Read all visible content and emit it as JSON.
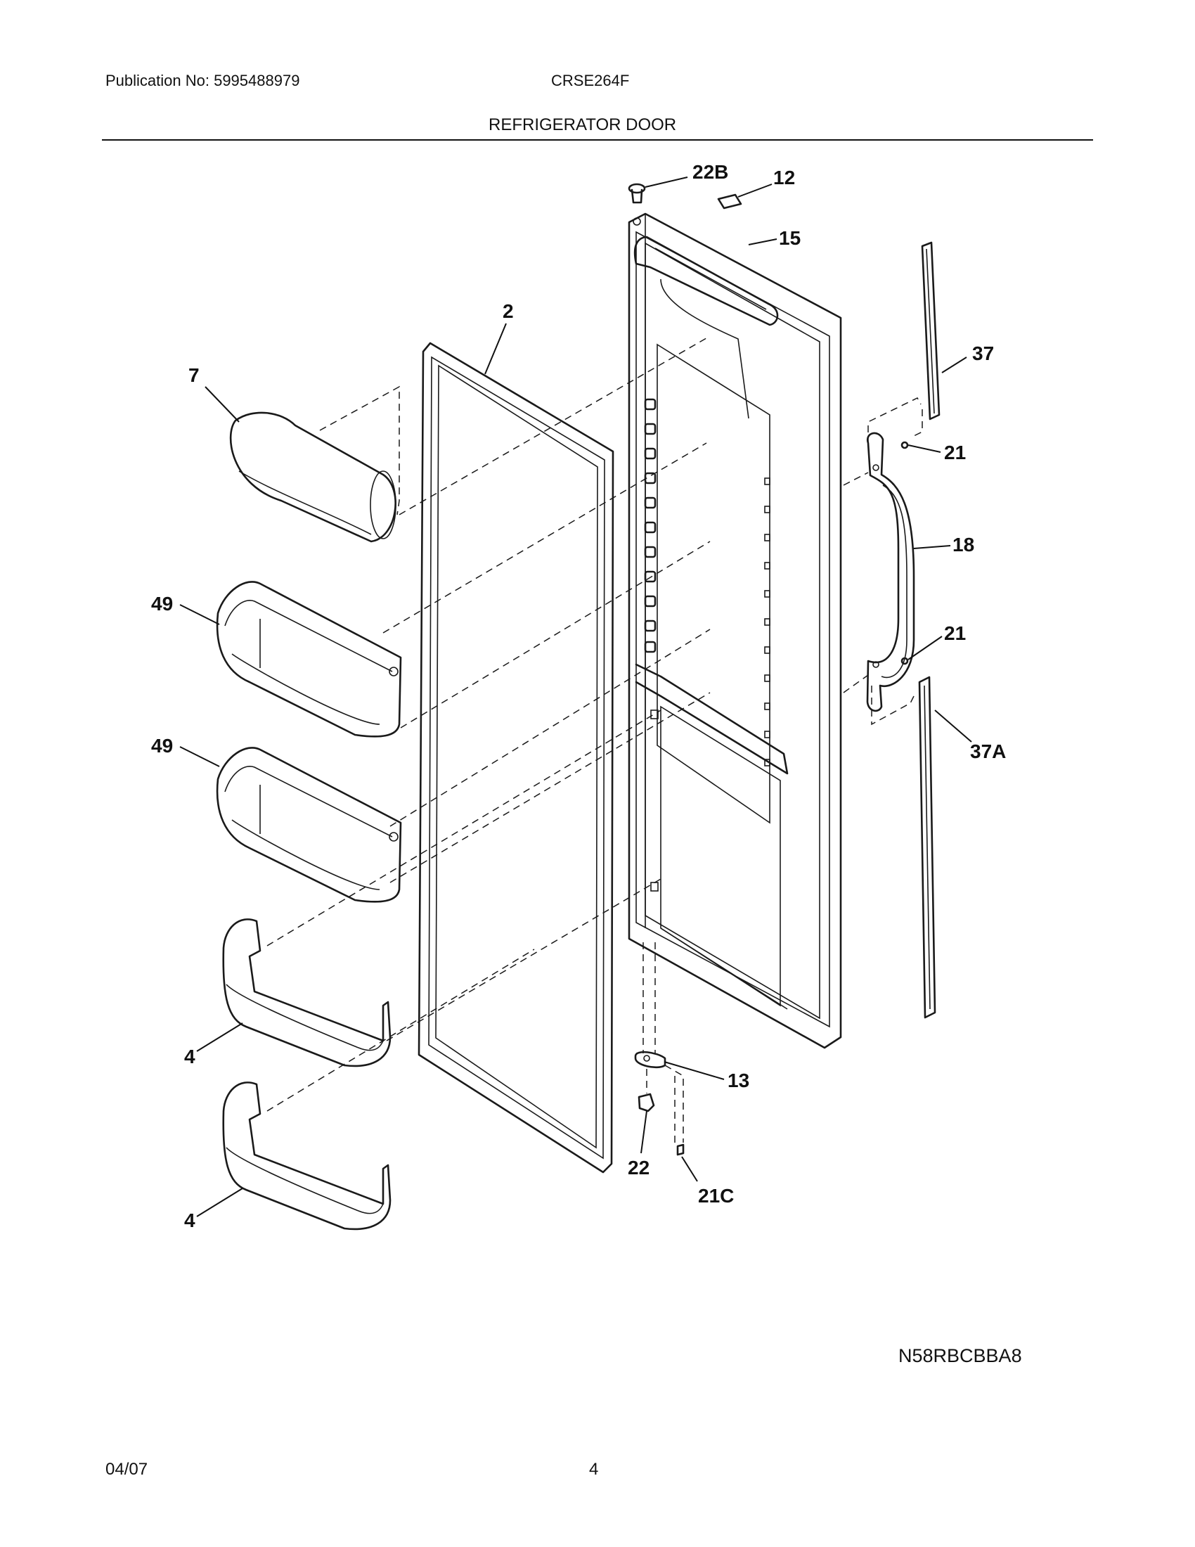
{
  "header": {
    "publication": "Publication No: 5995488979",
    "model": "CRSE264F",
    "title": "REFRIGERATOR DOOR"
  },
  "footer": {
    "date": "04/07",
    "page": "4"
  },
  "diagram_code": "N58RBCBBA8",
  "callouts": {
    "c22b": "22B",
    "c12": "12",
    "c15": "15",
    "c2": "2",
    "c37": "37",
    "c7": "7",
    "c21a": "21",
    "c18": "18",
    "c49a": "49",
    "c21b": "21",
    "c37a": "37A",
    "c49b": "49",
    "c13": "13",
    "c4a": "4",
    "c22": "22",
    "c21c": "21C",
    "c4b": "4"
  }
}
